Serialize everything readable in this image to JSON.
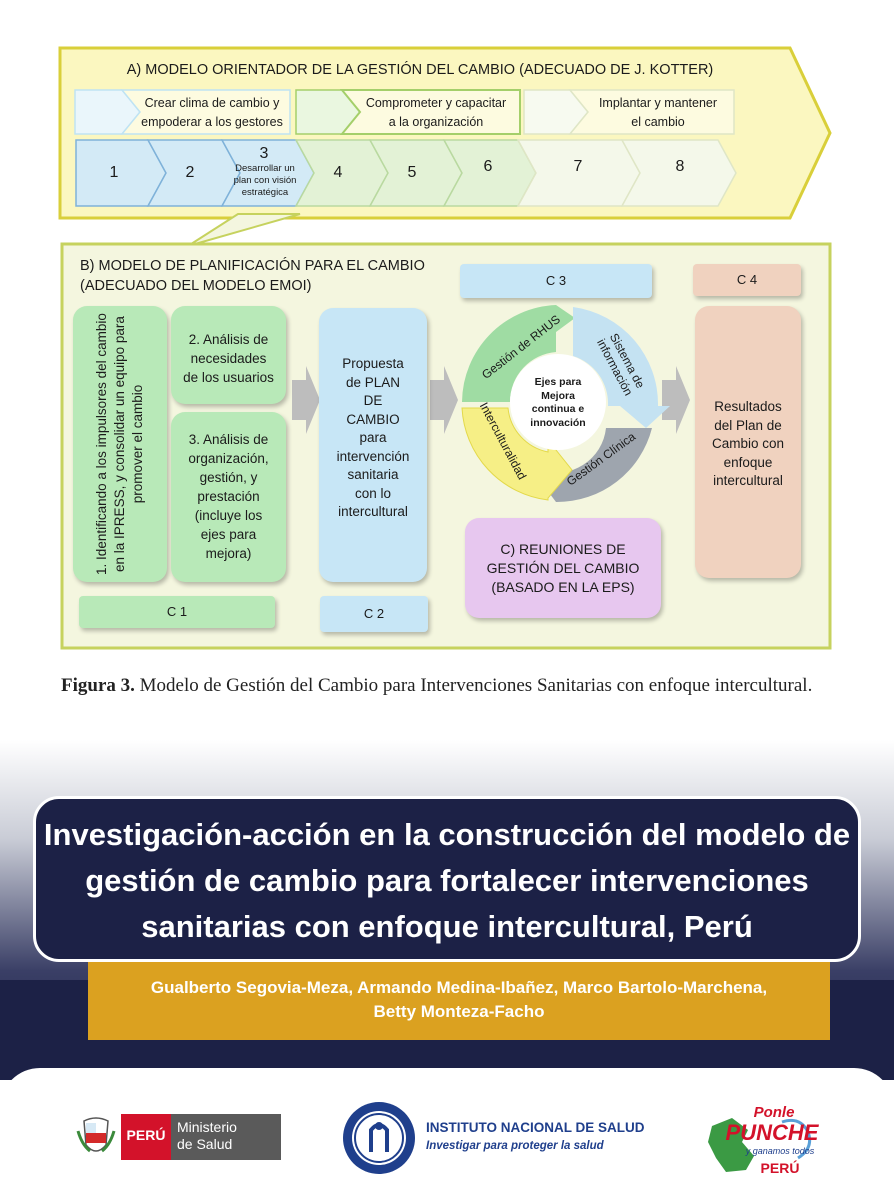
{
  "section_a": {
    "title": "A) MODELO ORIENTADOR DE LA GESTIÓN DEL CAMBIO (ADECUADO DE J. KOTTER)",
    "phases": [
      {
        "line1": "Crear clima de cambio y",
        "line2": "empoderar a los gestores"
      },
      {
        "line1": "Comprometer y capacitar",
        "line2": "a la organización"
      },
      {
        "line1": "Implantar y mantener",
        "line2": "el cambio"
      }
    ],
    "steps": [
      "1",
      "2",
      "3",
      "4",
      "5",
      "6",
      "7",
      "8"
    ],
    "step3_detail": [
      "Desarrollar un",
      "plan con visión",
      "estratégica"
    ]
  },
  "section_b": {
    "title_line1": "B) MODELO DE PLANIFICACIÓN PARA EL CAMBIO",
    "title_line2": "(ADECUADO DEL MODELO EMOI)",
    "box1": [
      "1. Identificando a los impulsores del cambio",
      "en la IPRESS, y consolidar un equipo para",
      "promover el cambio"
    ],
    "box2": [
      "2. Análisis de",
      "necesidades",
      "de los usuarios"
    ],
    "box3": [
      "3. Análisis de",
      "organización,",
      "gestión, y",
      "prestación",
      "(incluye los",
      "ejes para",
      "mejora)"
    ],
    "proposal": [
      "Propuesta",
      "de PLAN",
      "DE",
      "CAMBIO",
      "para",
      "intervención",
      "sanitaria",
      "con lo",
      "intercultural"
    ],
    "cycle": {
      "center": [
        "Ejes para",
        "Mejora",
        "continua e",
        "innovación"
      ],
      "rhus": "Gestión de RHUS",
      "sistema": [
        "Sistema de",
        "información"
      ],
      "intercult": "Interculturalidad",
      "clinica": "Gestión Clínica"
    },
    "meetings": [
      "C) REUNIONES DE",
      "GESTIÓN DEL CAMBIO",
      "(BASADO EN LA EPS)"
    ],
    "results": [
      "Resultados",
      "del Plan de",
      "Cambio con",
      "enfoque",
      "intercultural"
    ],
    "labels": {
      "c1": "C 1",
      "c2": "C 2",
      "c3": "C 3",
      "c4": "C 4"
    }
  },
  "caption": {
    "label": "Figura 3.",
    "text": "Modelo de Gestión del Cambio para Intervenciones Sanitarias con enfoque intercultural."
  },
  "article": {
    "title_lines": [
      "Investigación-acción en la construcción del modelo de",
      "gestión de cambio para  fortalecer intervenciones",
      "sanitarias con  enfoque intercultural, Perú"
    ],
    "authors_lines": [
      "Gualberto Segovia-Meza, Armando Medina-Ibañez, Marco Bartolo-Marchena,",
      "Betty Monteza-Facho"
    ]
  },
  "footer": {
    "peru": "PERÚ",
    "ministerio": [
      "Ministerio",
      "de Salud"
    ],
    "ins_name": "INSTITUTO NACIONAL DE SALUD",
    "ins_tagline": "Investigar para proteger la salud",
    "ponle": [
      "Ponle",
      "PUNCHE",
      "y ganamos todos",
      "PERÚ"
    ]
  },
  "colors": {
    "panel_a_bg": "#fbf7c0",
    "panel_a_border": "#d9cf3a",
    "panel_b_bg": "#f4f6df",
    "panel_b_border": "#c6d25e",
    "green_box": "#b8e9b8",
    "blue_box": "#c7e6f6",
    "orange_box": "#f0d2bf",
    "pink_box": "#e7c7ef",
    "navy": "#1c2146",
    "gold": "#dba120",
    "ins_blue": "#1f3f8c"
  }
}
